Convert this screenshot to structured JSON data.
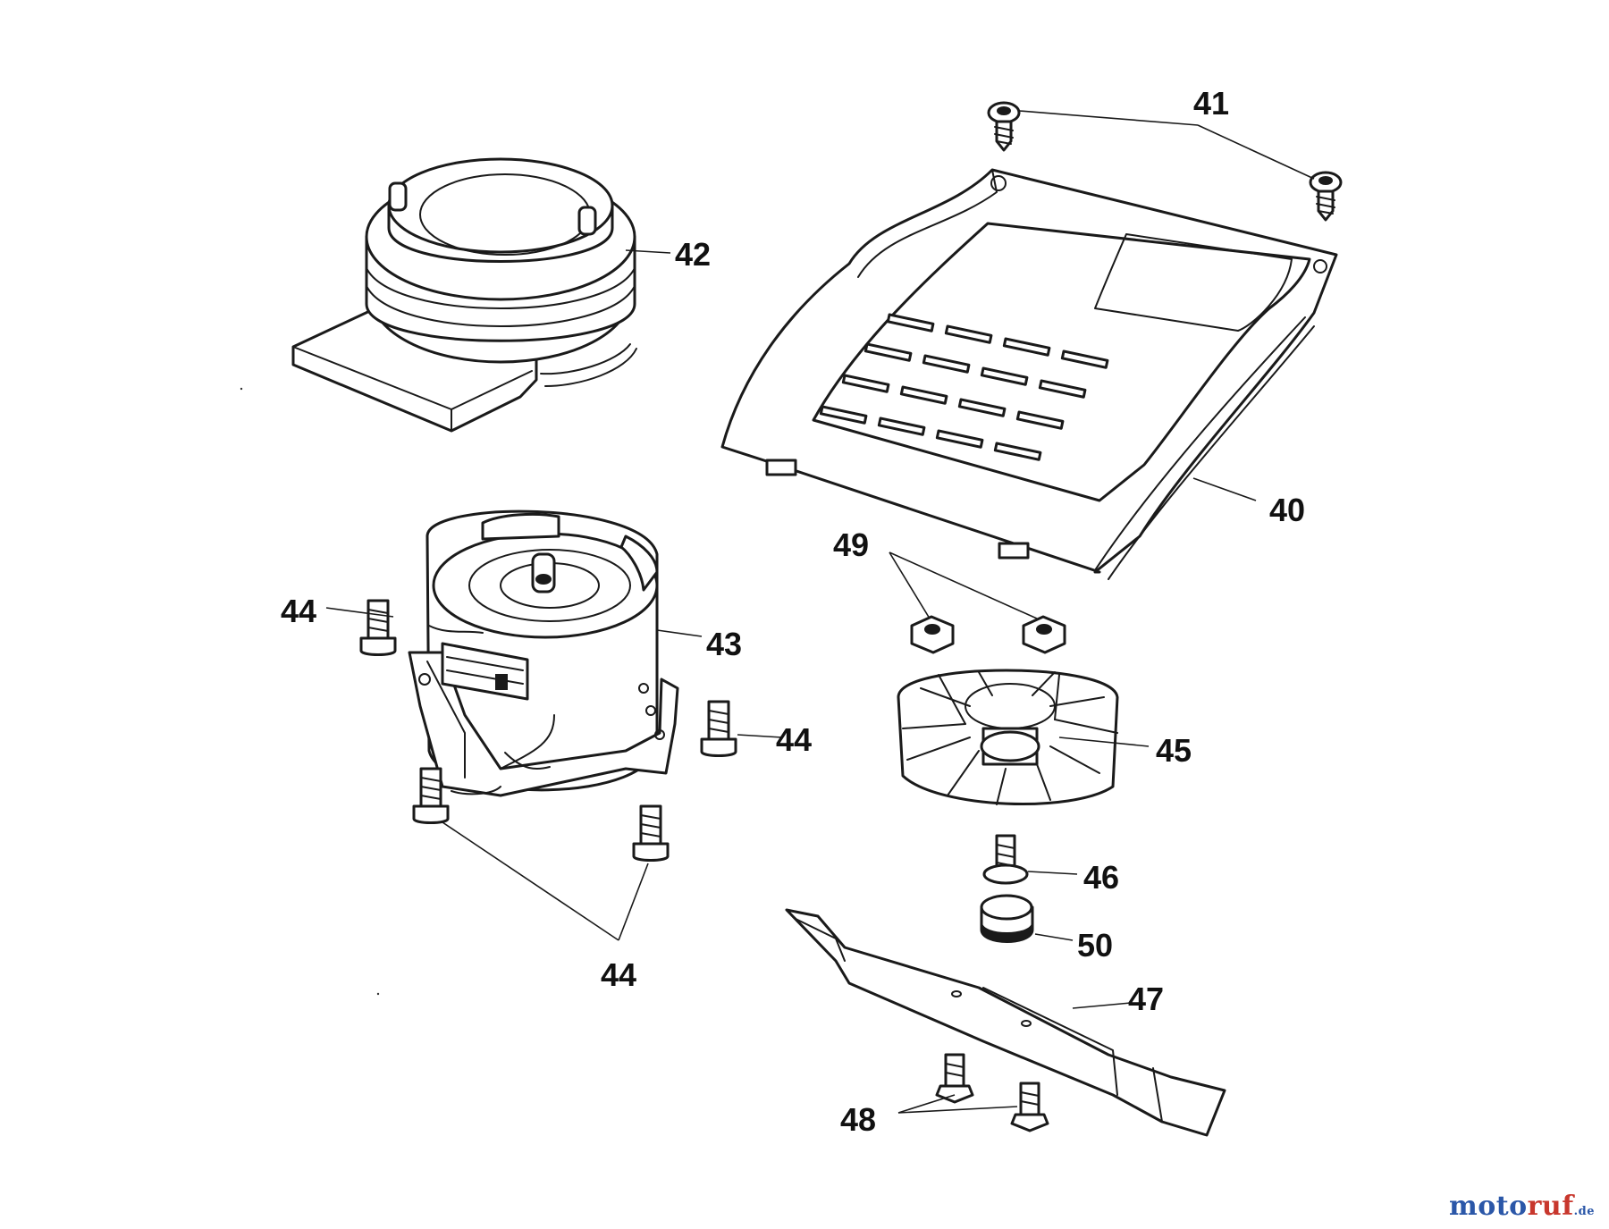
{
  "diagram": {
    "labels": {
      "p40": "40",
      "p41": "41",
      "p42": "42",
      "p43": "43",
      "p44a": "44",
      "p44b": "44",
      "p44c": "44",
      "p45": "45",
      "p46": "46",
      "p47": "47",
      "p48": "48",
      "p49": "49",
      "p50": "50"
    }
  },
  "watermark": {
    "part_a": "moto",
    "part_b": "ruf",
    "part_c": ".de"
  },
  "colors": {
    "line": "#1a1a1a",
    "watermark_blue": "#2b57a8",
    "watermark_red": "#c8372d"
  }
}
